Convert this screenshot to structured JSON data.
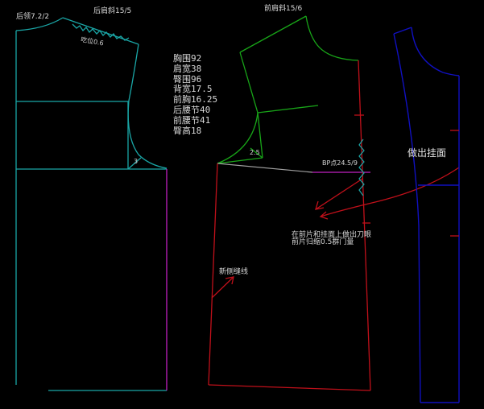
{
  "colors": {
    "background": "#000000",
    "back_piece": "#1aa6a6",
    "front_upper": "#18a418",
    "front_body": "#c0101a",
    "facing": "#1010c0",
    "hem_line": "#c020c0",
    "text": "#d8d8d8",
    "bust_line_gray": "#a0a0a0"
  },
  "labels": {
    "back_neck": "后领7.2/2",
    "back_shoulder": "后肩斜15/5",
    "ease": "吃位0.6",
    "front_shoulder": "前肩斜15/6",
    "armhole_back": "3",
    "armhole_front": "2.5",
    "bp_point": "BP点24.5/9",
    "facing_note": "做出挂面",
    "dart_note_line1": "在前片和挂面上做出刀眼",
    "dart_note_line2": "前片归缩0.5群门量",
    "side_seam_note": "新侧缝线"
  },
  "measurements": [
    {
      "name": "胸围",
      "value": "92"
    },
    {
      "name": "肩宽",
      "value": "38"
    },
    {
      "name": "臀围",
      "value": "96"
    },
    {
      "name": "背宽",
      "value": "17.5"
    },
    {
      "name": "前胸",
      "value": "16.25"
    },
    {
      "name": "后腰节",
      "value": "40"
    },
    {
      "name": "前腰节",
      "value": "41"
    },
    {
      "name": "臀高",
      "value": "18"
    }
  ]
}
